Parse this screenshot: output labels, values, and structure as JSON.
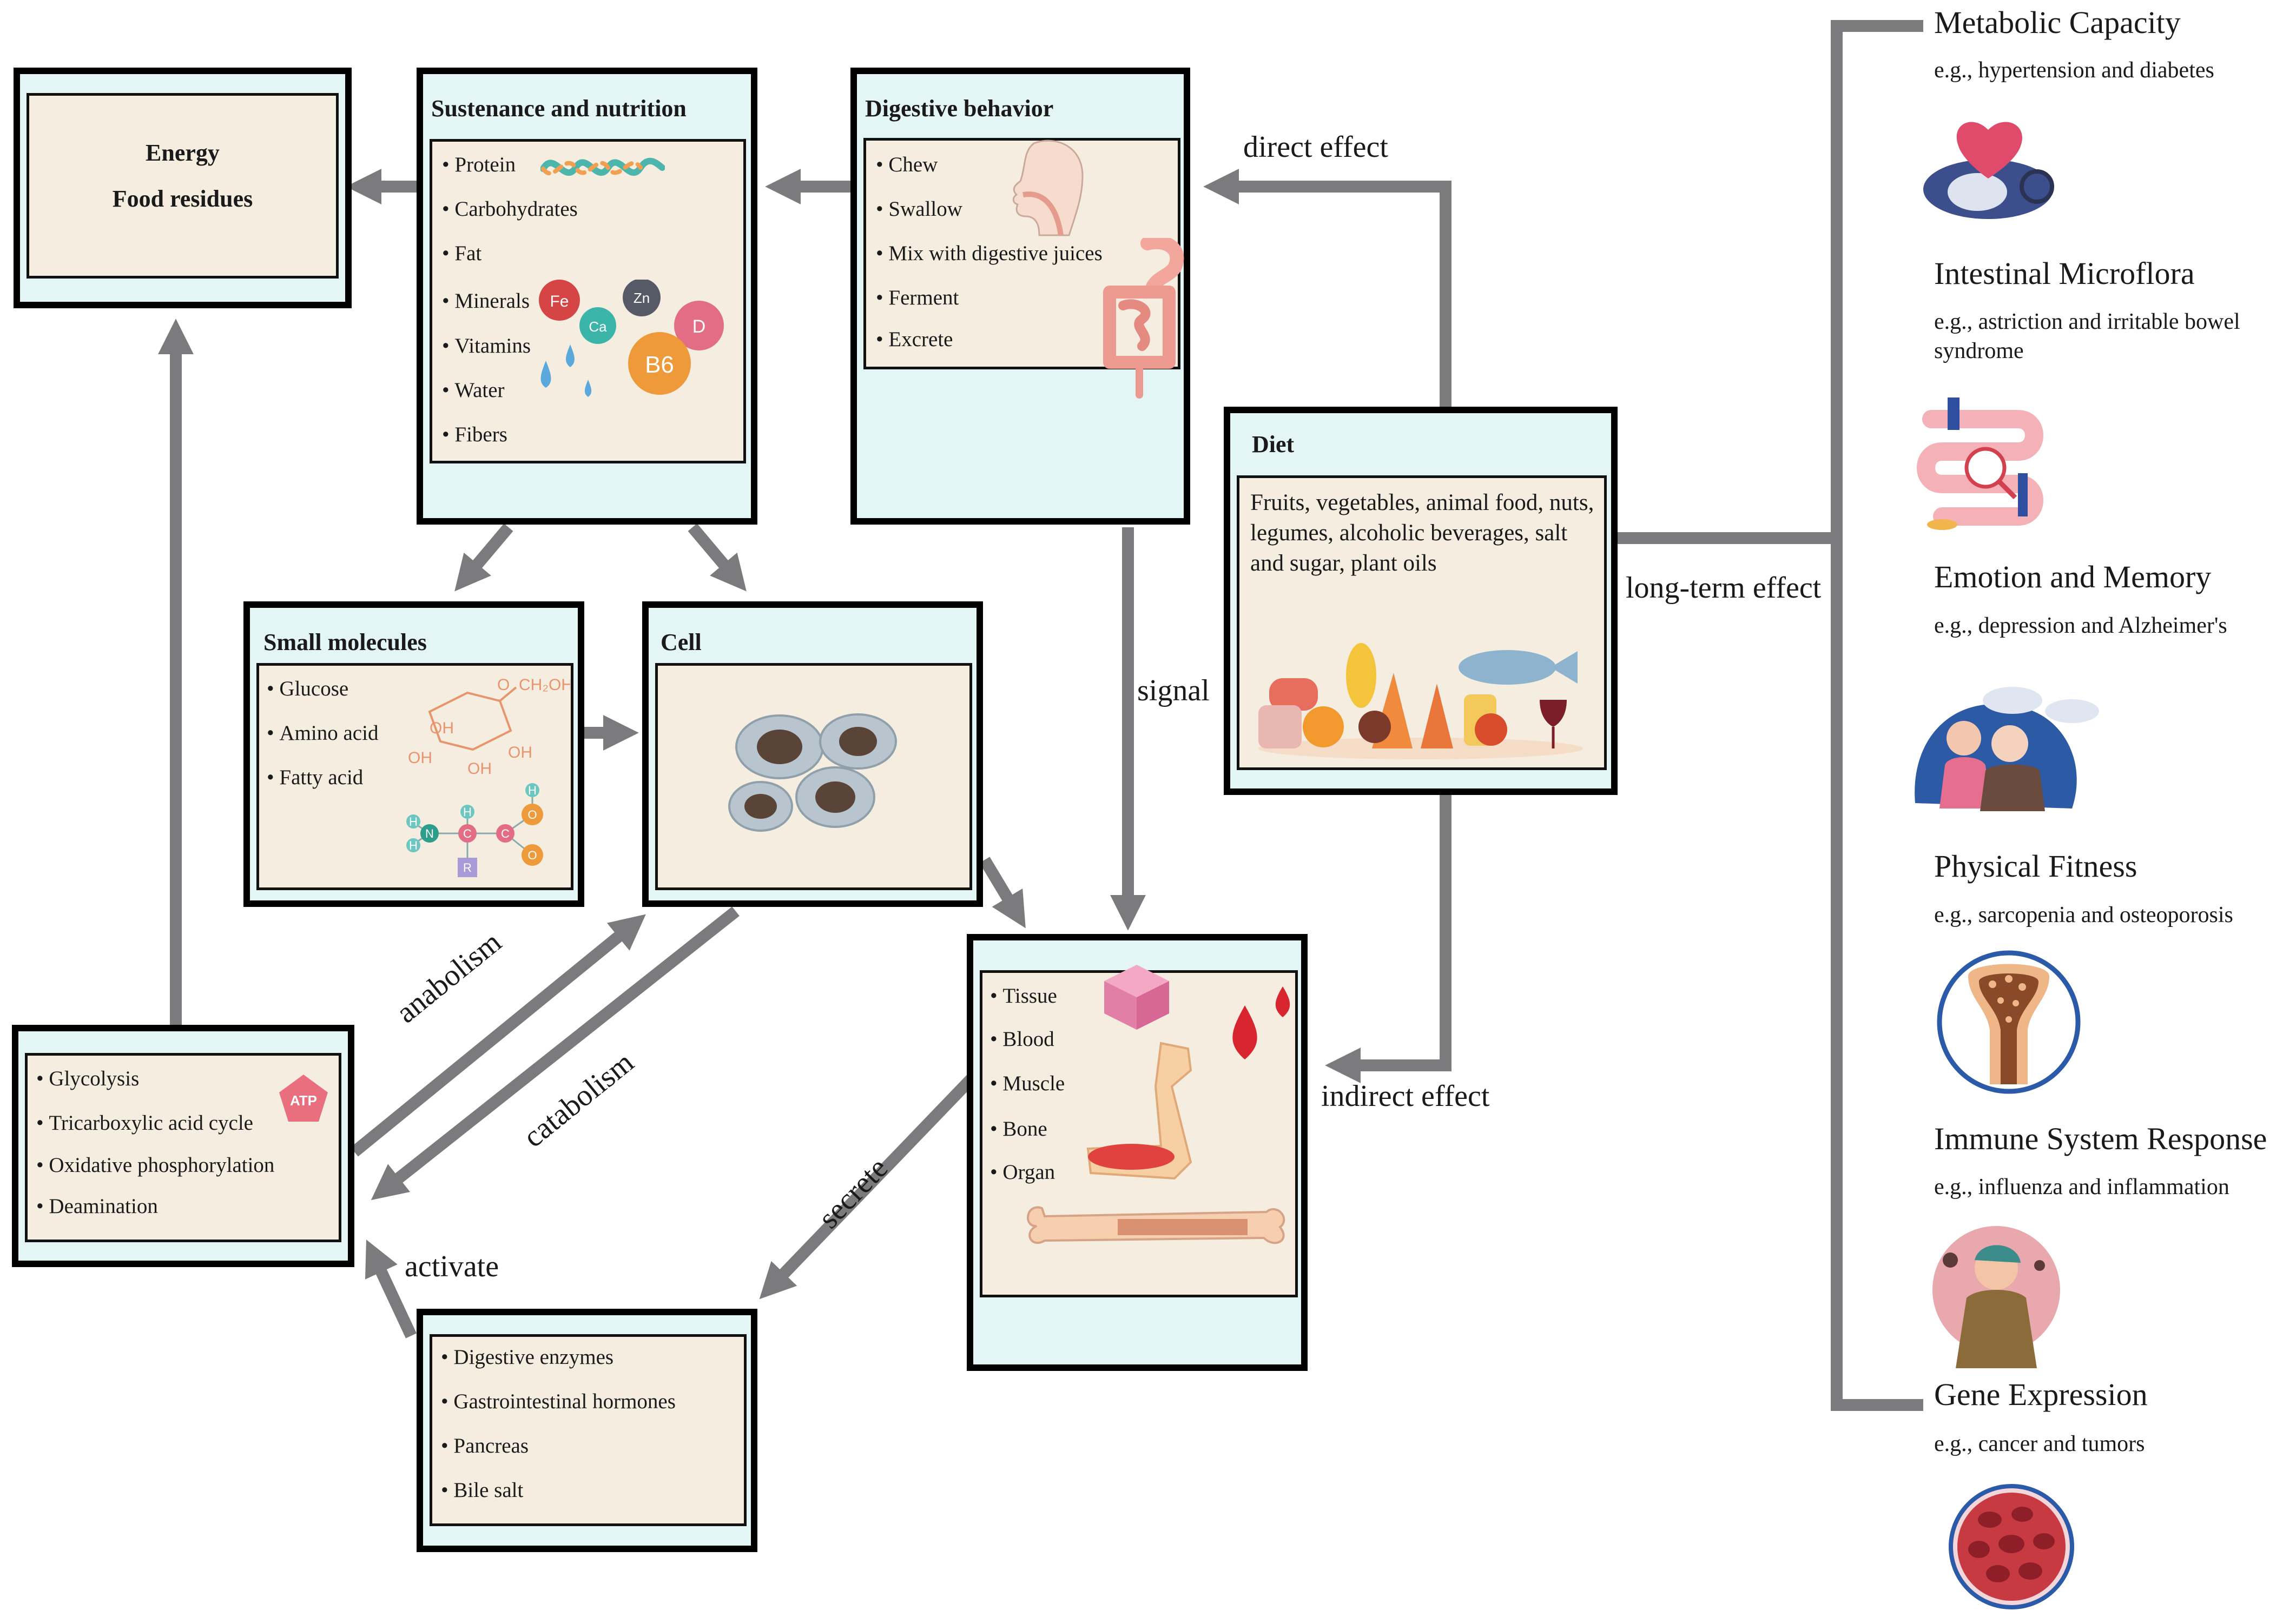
{
  "energy_box": {
    "line1": "Energy",
    "line2": "Food residues"
  },
  "sustenance": {
    "title": "Sustenance and nutrition",
    "items": [
      "Protein",
      "Carbohydrates",
      "Fat",
      "Minerals",
      "Vitamins",
      "Water",
      "Fibers"
    ],
    "mineral_badges": [
      "Fe",
      "Ca",
      "Zn",
      "D",
      "B6"
    ]
  },
  "digestive": {
    "title": "Digestive behavior",
    "items": [
      "Chew",
      "Swallow",
      "Mix with digestive juices",
      "Ferment",
      "Excrete"
    ]
  },
  "diet": {
    "title": "Diet",
    "text": "Fruits, vegetables, animal food, nuts, legumes, alcoholic beverages, salt and sugar, plant oils"
  },
  "small_molecules": {
    "title": "Small molecules",
    "items": [
      "Glucose",
      "Amino acid",
      "Fatty acid"
    ],
    "glucose_labels": [
      "O",
      "CH₂OH",
      "OH",
      "OH",
      "OH",
      "OH"
    ],
    "amino_labels": [
      "H",
      "H",
      "N",
      "C",
      "C",
      "O",
      "O",
      "H",
      "H",
      "R"
    ]
  },
  "cell": {
    "title": "Cell"
  },
  "metabolism": {
    "items": [
      "Glycolysis",
      "Tricarboxylic acid cycle",
      "Oxidative phosphorylation",
      "Deamination"
    ],
    "badge": "ATP"
  },
  "tissues": {
    "items": [
      "Tissue",
      "Blood",
      "Muscle",
      "Bone",
      "Organ"
    ]
  },
  "secretions": {
    "items": [
      "Digestive enzymes",
      "Gastrointestinal hormones",
      "Pancreas",
      "Bile salt"
    ]
  },
  "arrow_labels": {
    "direct_effect": "direct effect",
    "signal": "signal",
    "indirect_effect": "indirect effect",
    "long_term_effect": "long-term effect",
    "anabolism": "anabolism",
    "catabolism": "catabolism",
    "secrete": "secrete",
    "activate": "activate"
  },
  "effects": [
    {
      "title": "Metabolic Capacity",
      "example": "e.g., hypertension and diabetes",
      "icon": "heart-stethoscope-icon"
    },
    {
      "title": "Intestinal Microflora",
      "example": "e.g., astriction and irritable bowel syndrome",
      "icon": "intestine-magnifier-icon"
    },
    {
      "title": "Emotion and Memory",
      "example": "e.g., depression and Alzheimer's",
      "icon": "elderly-couple-icon"
    },
    {
      "title": "Physical Fitness",
      "example": "e.g., sarcopenia and osteoporosis",
      "icon": "bone-section-icon"
    },
    {
      "title": "Immune System Response",
      "example": "e.g., influenza and inflammation",
      "icon": "sick-person-icon"
    },
    {
      "title": "Gene Expression",
      "example": "e.g., cancer and tumors",
      "icon": "tumor-cells-icon"
    }
  ],
  "colors": {
    "box_fill": "#e3f5f4",
    "inner_fill": "#f5eee0",
    "arrow": "#7b7b7e"
  }
}
